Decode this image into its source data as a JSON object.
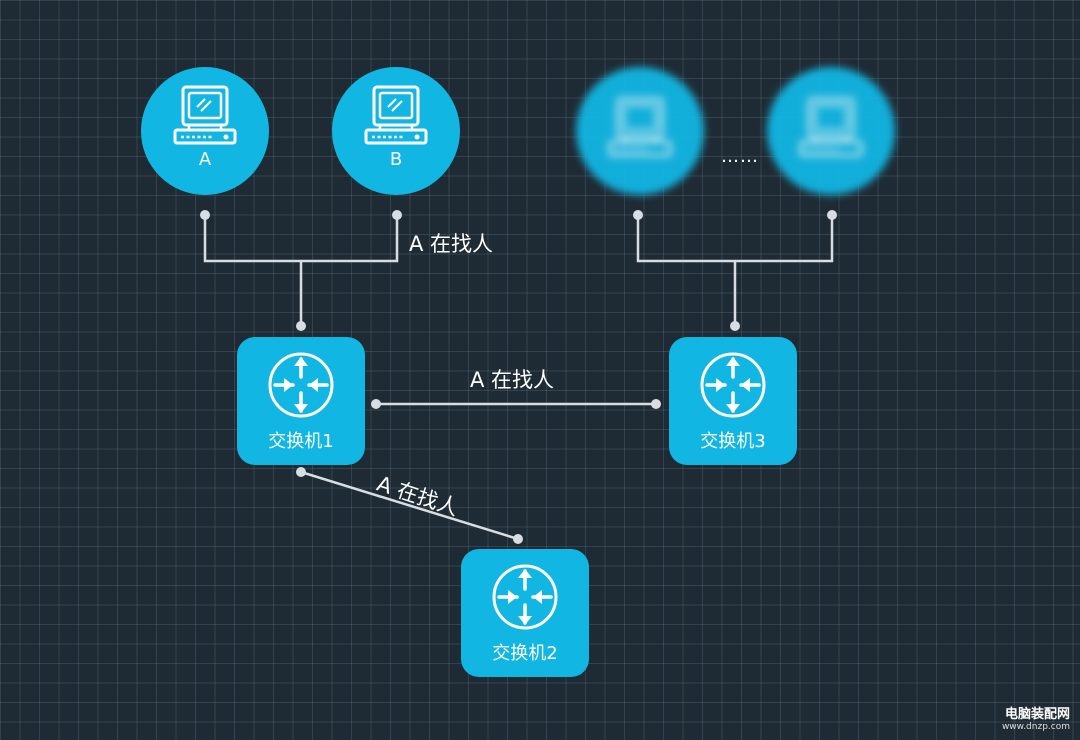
{
  "computers": {
    "a": {
      "label": "A",
      "icon": "desktop-computer-icon"
    },
    "b": {
      "label": "B",
      "icon": "desktop-computer-icon"
    },
    "other_1": {
      "label": "",
      "icon": "desktop-computer-icon"
    },
    "other_2": {
      "label": "",
      "icon": "desktop-computer-icon"
    }
  },
  "ellipsis": "……",
  "switches": {
    "s1": {
      "label": "交换机1",
      "icon": "router-arrows-icon"
    },
    "s2": {
      "label": "交换机2",
      "icon": "router-arrows-icon"
    },
    "s3": {
      "label": "交换机3",
      "icon": "router-arrows-icon"
    }
  },
  "messages": {
    "broadcast_b": "A 在找人",
    "broadcast_s3": "A 在找人",
    "broadcast_s2": "A 在找人"
  },
  "watermark": {
    "main": "电脑装配网",
    "sub": "www.dnzp.com"
  },
  "colors": {
    "node_fill": "#12b6e3",
    "link": "#d7dde2",
    "background": "#1f2b34"
  }
}
